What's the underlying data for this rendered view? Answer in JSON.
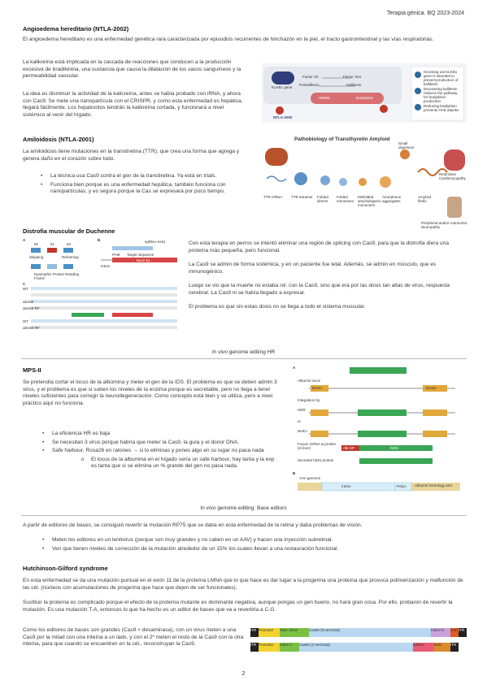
{
  "header": {
    "running_title": "Terapia génica. BQ 2023-2024"
  },
  "page_number": "2",
  "angioedema": {
    "title": "Angioedema hereditario (NTLA-2002)",
    "p1": "El angioedema hereditario es una enfermedad genética rara caracterizada por episodios recurrentes de hinchazón en la piel, el tracto gastrointestinal y las vías respiratorias.",
    "p2": "La kalikreína está implicada en la cascada de reacciones que conducen a la producción excesiva de bradikinina, una sustancia que causa la dilatación de los vasos sanguíneos y la permeabilidad vascular.",
    "p3": "La idea es disminuir la actividad de la kalicreína, antes se había probado con iRNA, y ahora con Cas9. Se mete una nanopartícula con el CRISPR, y como esta enfermedad es hepática, llegará fácilmente. Los hepatocitos tendrán la kalikreína cortada, y funcionará a nivel sistémico al venir del hígado.",
    "figure": {
      "drug_label": "NTLA-2002",
      "factor_xii": "Factor XII",
      "factor_xiia": "Factor XIIa",
      "prekallikrein": "Prekallikrein",
      "kallikrein": "Kallikrein",
      "hmwk": "HMWK",
      "bradykinin": "Bradykinin",
      "klkb1": "KLKB1 gene",
      "step1": "Knocking out KLKB1 gene is intended to prevent production of kallikrein",
      "step2": "Decreasing kallikrein reduces the pathway for bradykinin production",
      "step3": "Reducing bradykinin prevents HAE attacks"
    }
  },
  "amiloidosis": {
    "title": "Amiloidosis (NTLA-2001)",
    "p1": "La amiloidosis tiene mutaciones en la transtiretina (TTR), que crea una forma que agrega y genera daño en el corazón sobre todo.",
    "bullets": [
      "La técnica usa Cas9 contra el gen de la transtiretina. Ya está en trials.",
      "Funciona bien porque es una enfermedad hepática, también funciona con nanopartículas, y es segura porque la Cas se expresará por poco tiempo."
    ],
    "figure": {
      "title": "Pathobiology of Transthyretin Amyloid",
      "labels": [
        "TTR mRNA",
        "TTR tetramer",
        "Folded dimers",
        "Folded monomers",
        "Misfolded amyloidogenic monomers",
        "Amorphous aggregates",
        "Amyloid fibrils"
      ],
      "small_oligomers": "Small oligomers",
      "organ1": "Restrictive Cardiomyopathy",
      "organ2": "Peripheral and/or Autonomic Neuropathy"
    }
  },
  "duchenne": {
    "title": "Distrofia muscular de Duchenne",
    "p1": "Con esta terapia en perros se intentó eliminar una región de splicing con Cas9, para que la distrofia diera una proteína más pequeña, pero funcional.",
    "p2": "La Cas9 se admin de forma sistémica, y en un paciente fue letal. Además, se admin en músculo, que es inmunogénico.",
    "p3": "Luego se vio que la muerte no estaba rel. con la Cas9, sino que era por las dosis tan altas de virus, respuesta cerebral. La Cas9 ni se había llegado a expresar.",
    "p4": "El problema es que sin estas dosis no se llega a todo el sistema muscular.",
    "caption_italic": "In vivo",
    "caption_rest": " genome editing HR",
    "figure": {
      "panel_a": "A",
      "panel_b": "B",
      "panel_c": "C",
      "sgrna": "sgRNA-ex51",
      "pam": "PAM",
      "target": "Target sequence",
      "exon51": "Exon 51",
      "intron": "Intron",
      "skipping": "Skipping",
      "reframing": "Reframing",
      "dystrophin": "Dystrophin Protein Reading Frame",
      "exon_label_50": "50",
      "exon_label_51": "51",
      "exon_label_52": "52",
      "row_labels": [
        "WT",
        "ΔEx50",
        "ΔEx50-RF",
        "WT",
        "ΔEx50-RF"
      ]
    }
  },
  "mps": {
    "title": "MPS-II",
    "p1": "Se pretendía cortar el locus de la albúmina y meter el gen de la IDS. El problema es que se deben admin 3 virus, y el problema es que si suben los niveles de la enzima porque es secretable, pero no llega a tener niveles suficientes para corregir la neurodegeneración. Como concepto está bien y se utiliza, pero a nivel práctico aquí no funciona.",
    "bullets": [
      "La eficiencia HR es baja",
      "Se necesitan 3 virus porque habría que meter la Cas9, la guía y el donor DNA.",
      "Safe harbour, Rosa26 en ratones → si lo eliminas y pones algo en su lugar no pasa nada"
    ],
    "sub_bullet": "El locus de la albumina en el hígado sería un safe harbour, hay tanta y la exp es tanta que si se elimina un % grande del gen no pasa nada.",
    "caption_italic": "In vivo",
    "caption_rest": " genome editing: Base editors",
    "figure": {
      "panel_a": "A",
      "panel_b": "B",
      "albumin_locus": "Albumin locus",
      "integration": "Integration by:",
      "hdr": "HDR",
      "or": "or",
      "nhej": "NHEJ",
      "fusion": "Fusion mRNA & protein (in liver)",
      "secreted": "Secreted hIDS protein",
      "exon1": "Exon1",
      "exon2": "Exon2",
      "hids": "hIDS",
      "albsp": "Alb SP",
      "intron_label": "Intron",
      "polya": "PolyA",
      "homology": "Albumin homology arm",
      "vector_label": "AAV genome"
    }
  },
  "base_editors": {
    "p1": "A partir de editores de bases, se consiguió revertir la mutación RP75 que se daba en esta enfermedad de la retina y daba problemas de visión.",
    "bullets": [
      "Meten los editores en un lentivirus (porque son muy grandes y no caben en un AAV) y hacen una inyección subretinal.",
      "Ven que tienen niveles de corrección de la mutación alrededor de un 15% los cuales llevan a una restauración funcional."
    ]
  },
  "hutchinson": {
    "title": "Hutchinson-Gilford syndrome",
    "p1": "En esta enfermedad se da una mutación puntual en el exón 11 de la proteína LMNA que lo que hace es dar lugar a la progerina una proteína que provoca polimerización y malfunción de las cél. (núcleos con acumulaciones de progerina que hace que dejen de ser funcionales).",
    "p2": "Sustituir la proteína es complicado porque el efecto de la proteína mutante es dominante negativa, aunque pongas un gen bueno, no hará gran cosa. Por ello, probaron de revertir la mutación. Es una mutación T-A, entonces lo que ha hecho es un editor de bases que va a revertirla a C-G.",
    "p3": "Como los editores de bases son grandes (Cas9 + desaminasa), con un virus meten a una Cas9 por la mitad con una inteína a un lado, y con el 2º meten el resto de la Cas9 con la otra inteína, para que cuando se encuentren en la cél., reconstruyan la Cas9.",
    "figure": {
      "itr": "ITR",
      "row1": [
        "Promoter",
        "TadA dimer",
        "Cas9n (N-terminal)",
        "Intein-N",
        "bGH"
      ],
      "row2": [
        "Promoter",
        "Intein-C",
        "Cas9n (C-terminal)",
        "sgRNA",
        "bGH"
      ]
    }
  }
}
